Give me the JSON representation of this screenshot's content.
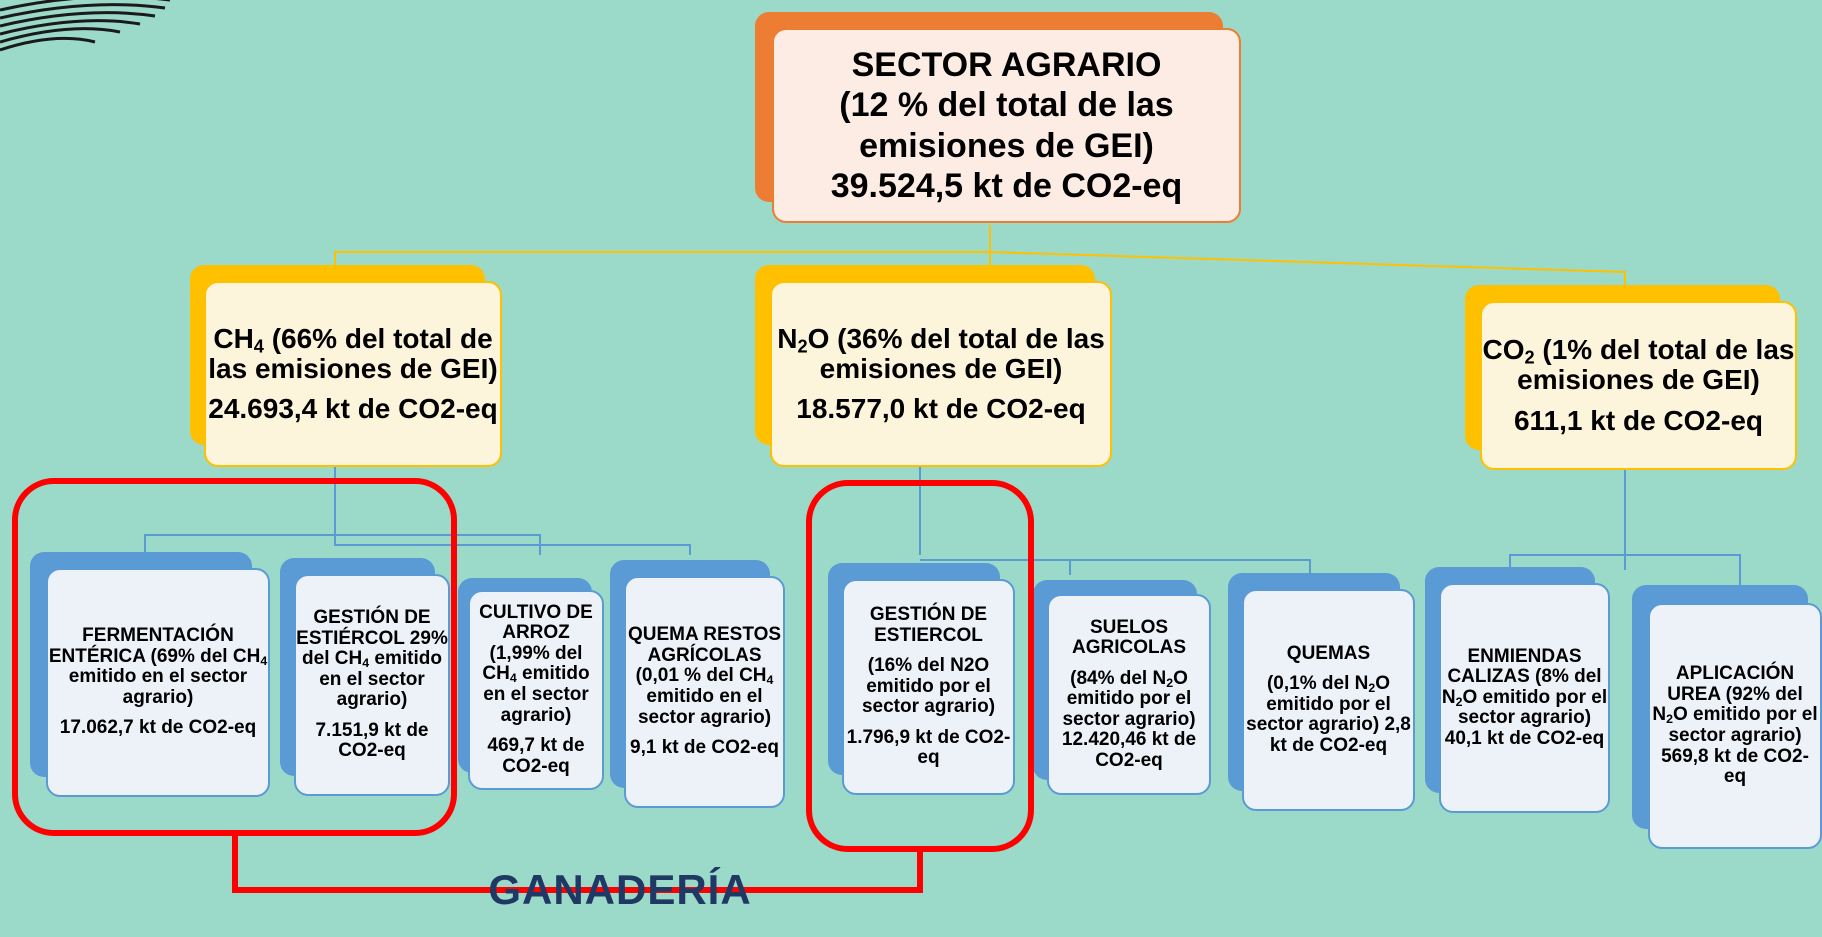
{
  "main": {
    "line1": "SECTOR AGRARIO",
    "line2": "(12 % del total de las",
    "line3": "emisiones de GEI)",
    "line4": "39.524,5 kt de CO2-eq"
  },
  "gases": {
    "ch4": {
      "formula": "CH",
      "sub": "4",
      "text": " (66% del total de las emisiones de GEI)",
      "value": "24.693,4 kt de CO2-eq"
    },
    "n2o": {
      "formula": "N",
      "sub": "2",
      "rest": "O",
      "text": " (36% del total de las emisiones de GEI)",
      "value": "18.577,0 kt de CO2-eq"
    },
    "co2": {
      "formula": "CO",
      "sub": "2",
      "text": " (1% del total de las emisiones de GEI)",
      "value": "611,1 kt de CO2-eq"
    }
  },
  "leaves": {
    "fermentacion": {
      "title": "FERMENTACIÓN ENTÉRICA (69% del CH",
      "sub": "4",
      "after": " emitido en el sector agrario)",
      "value": "17.062,7 kt de CO2-eq"
    },
    "gestion_ch4": {
      "title": "GESTIÓN DE ESTIÉRCOL 29% del CH",
      "sub": "4",
      "after": " emitido en el sector agrario)",
      "value": "7.151,9 kt de CO2-eq"
    },
    "arroz": {
      "title": "CULTIVO DE ARROZ (1,99% del CH",
      "sub": "4",
      "after": " emitido en el sector agrario)",
      "value": "469,7 kt de CO2-eq"
    },
    "quema_restos": {
      "title": "QUEMA RESTOS AGRÍCOLAS (0,01 % del CH",
      "sub": "4",
      "after": " emitido en el sector agrario)",
      "value": "9,1 kt de CO2-eq"
    },
    "gestion_n2o": {
      "title": "GESTIÓN DE ESTIERCOL",
      "body": "(16% del N2O emitido por el sector agrario)",
      "value": "1.796,9 kt de CO2-eq"
    },
    "suelos": {
      "title": "SUELOS AGRICOLAS",
      "pre": "(84% del N",
      "sub": "2",
      "after": "O emitido por el sector agrario)",
      "value": "12.420,46 kt de CO2-eq"
    },
    "quemas": {
      "title": "QUEMAS",
      "pre": "(0,1% del N",
      "sub": "2",
      "after": "O emitido por el sector agrario) 2,8 kt de CO2-eq"
    },
    "enmiendas": {
      "title": "ENMIENDAS CALIZAS (8% del N",
      "sub": "2",
      "after": "O emitido por el sector agrario) 40,1 kt de CO2-eq"
    },
    "urea": {
      "title": "APLICACIÓN UREA (92% del N",
      "sub": "2",
      "after": "O emitido por el sector agrario) 569,8 kt de CO2-eq"
    }
  },
  "ganaderia_label": "GANADERÍA",
  "colors": {
    "background": "#9bd9c9",
    "main_accent": "#ee7d34",
    "gas_accent": "#ffc000",
    "leaf_accent": "#5b9bd5",
    "highlight": "#ff0000",
    "label": "#1f3864"
  }
}
